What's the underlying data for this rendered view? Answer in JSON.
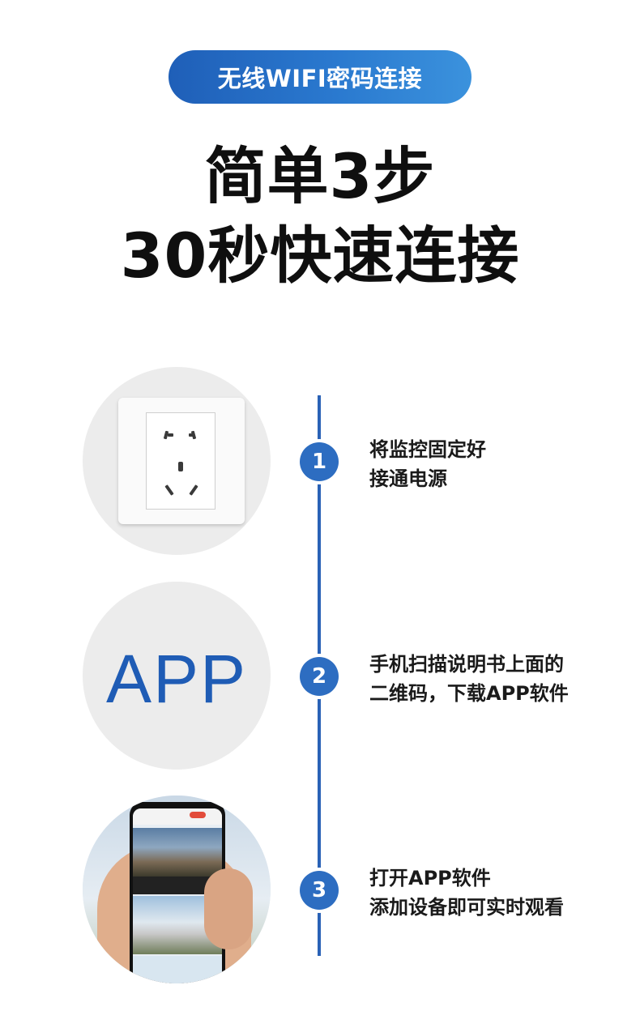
{
  "header": {
    "badge": "无线WIFI密码连接"
  },
  "headline": {
    "line1": "简单3步",
    "line2": "30秒快速连接"
  },
  "illustrations": {
    "app_label": "APP"
  },
  "steps": [
    {
      "number": "1",
      "line1": "将监控固定好",
      "line2": "接通电源"
    },
    {
      "number": "2",
      "line1": "手机扫描说明书上面的",
      "line2": "二维码，下载APP软件"
    },
    {
      "number": "3",
      "line1": "打开APP软件",
      "line2": "添加设备即可实时观看"
    }
  ],
  "colors": {
    "accent": "#2a62b6",
    "badge_start": "#1f5fb8",
    "badge_end": "#3b92dd"
  }
}
